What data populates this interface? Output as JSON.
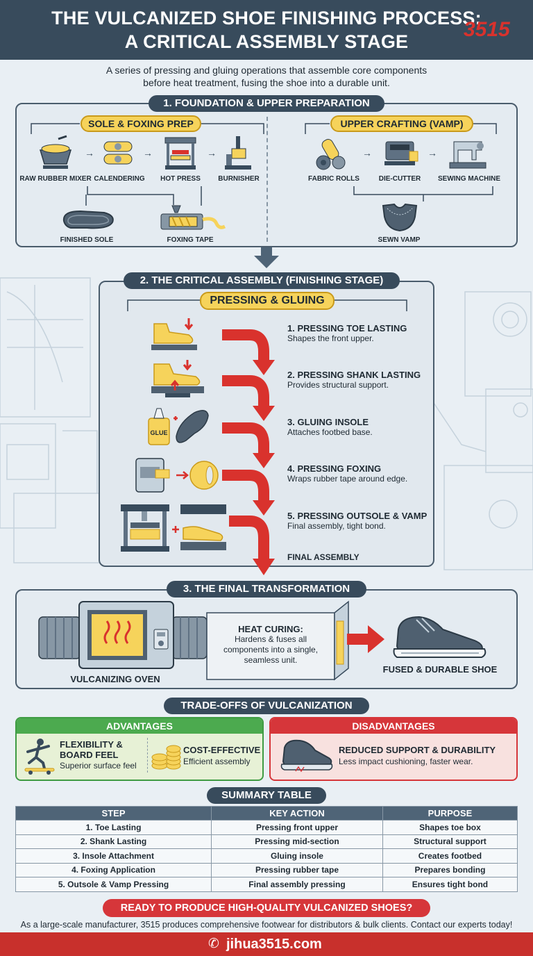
{
  "header": {
    "title_line1": "THE VULCANIZED SHOE FINISHING PROCESS:",
    "title_line2": "A CRITICAL ASSEMBLY STAGE",
    "logo": "3515"
  },
  "intro": {
    "line1": "A series of pressing and gluing operations that assemble core components",
    "line2": "before heat treatment, fusing the shoe into a durable unit."
  },
  "section1": {
    "title": "1. FOUNDATION & UPPER PREPARATION",
    "sole": {
      "title": "SOLE & FOXING PREP",
      "items": [
        "RAW RUBBER MIXER",
        "CALENDERING",
        "HOT PRESS",
        "BURNISHER"
      ],
      "outputs": [
        "FINISHED SOLE",
        "FOXING TAPE"
      ]
    },
    "upper": {
      "title": "UPPER CRAFTING (VAMP)",
      "items": [
        "FABRIC ROLLS",
        "DIE-CUTTER",
        "SEWING MACHINE"
      ],
      "output": "SEWN VAMP"
    }
  },
  "section2": {
    "title": "2. THE CRITICAL ASSEMBLY (FINISHING STAGE)",
    "subtitle": "PRESSING & GLUING",
    "glue_label": "GLUE",
    "steps": [
      {
        "title": "1. PRESSING TOE LASTING",
        "desc": "Shapes the front upper."
      },
      {
        "title": "2. PRESSING SHANK LASTING",
        "desc": "Provides structural support."
      },
      {
        "title": "3. GLUING INSOLE",
        "desc": "Attaches footbed base."
      },
      {
        "title": "4. PRESSING FOXING",
        "desc": "Wraps rubber tape around edge."
      },
      {
        "title": "5. PRESSING OUTSOLE & VAMP",
        "desc": "Final assembly, tight bond."
      }
    ],
    "final": "FINAL ASSEMBLY"
  },
  "section3": {
    "title": "3. THE FINAL TRANSFORMATION",
    "oven": "VULCANIZING OVEN",
    "heat_title": "HEAT CURING:",
    "heat_lines": [
      "Hardens & fuses all",
      "components into a single,",
      "seamless unit."
    ],
    "shoe": "FUSED & DURABLE SHOE"
  },
  "tradeoffs": {
    "title": "TRADE-OFFS OF VULCANIZATION",
    "advantages": {
      "title": "ADVANTAGES",
      "item1_line1": "FLEXIBILITY &",
      "item1_line2": "BOARD FEEL",
      "item1_desc": "Superior surface feel",
      "item2_title": "COST-EFFECTIVE",
      "item2_desc": "Efficient assembly"
    },
    "disadvantages": {
      "title": "DISADVANTAGES",
      "item_title": "REDUCED SUPPORT & DURABILITY",
      "item_desc": "Less impact cushioning, faster wear."
    }
  },
  "summary": {
    "title": "SUMMARY TABLE",
    "headers": [
      "STEP",
      "KEY ACTION",
      "PURPOSE"
    ],
    "rows": [
      [
        "1. Toe Lasting",
        "Pressing front upper",
        "Shapes toe box"
      ],
      [
        "2. Shank Lasting",
        "Pressing mid-section",
        "Structural support"
      ],
      [
        "3. Insole Attachment",
        "Gluing insole",
        "Creates footbed"
      ],
      [
        "4. Foxing Application",
        "Pressing rubber tape",
        "Prepares bonding"
      ],
      [
        "5. Outsole & Vamp Pressing",
        "Final assembly pressing",
        "Ensures tight bond"
      ]
    ]
  },
  "cta": {
    "title": "READY TO PRODUCE HIGH-QUALITY VULCANIZED SHOES?",
    "text": "As a large-scale manufacturer, 3515 produces comprehensive footwear for distributors & bulk clients. Contact our experts today!",
    "site": "jihua3515.com"
  },
  "colors": {
    "header": "#384b5c",
    "accent_red": "#d9322d",
    "yellow": "#f6d35b",
    "adv_green": "#3f9b43",
    "dis_red": "#d6363a"
  }
}
